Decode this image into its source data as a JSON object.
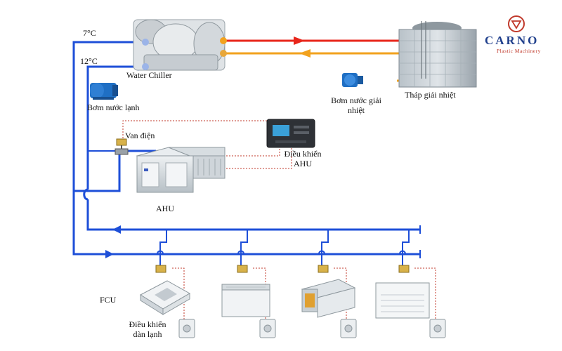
{
  "logo": {
    "name": "CARNO",
    "tagline": "Plastic Machinery",
    "color_primary": "#1f3f8c",
    "color_accent": "#c0392b"
  },
  "labels": {
    "temp_supply": "7°C",
    "temp_return": "12°C",
    "water_chiller": "Water Chiller",
    "chilled_pump": "Bơm nước lạnh",
    "cooling_pump_line1": "Bơm nước giải",
    "cooling_pump_line2": "nhiệt",
    "cooling_tower": "Tháp giải nhiệt",
    "valve": "Van điện",
    "ahu_controller_line1": "Điều khiển",
    "ahu_controller_line2": "AHU",
    "ahu": "AHU",
    "fcu": "FCU",
    "fcu_controller_line1": "Điều khiển",
    "fcu_controller_line2": "dàn lạnh"
  },
  "colors": {
    "chilled_water": "#1e4fd8",
    "condenser_hot": "#e8261b",
    "condenser_return": "#f2a21e",
    "control_wire": "#c0392b"
  },
  "icons": [
    "water-chiller-icon",
    "cooling-tower-icon",
    "pump-icon",
    "valve-icon",
    "ahu-unit-icon",
    "controller-panel-icon",
    "fcu-unit-icon",
    "thermostat-icon",
    "logo-icon"
  ]
}
